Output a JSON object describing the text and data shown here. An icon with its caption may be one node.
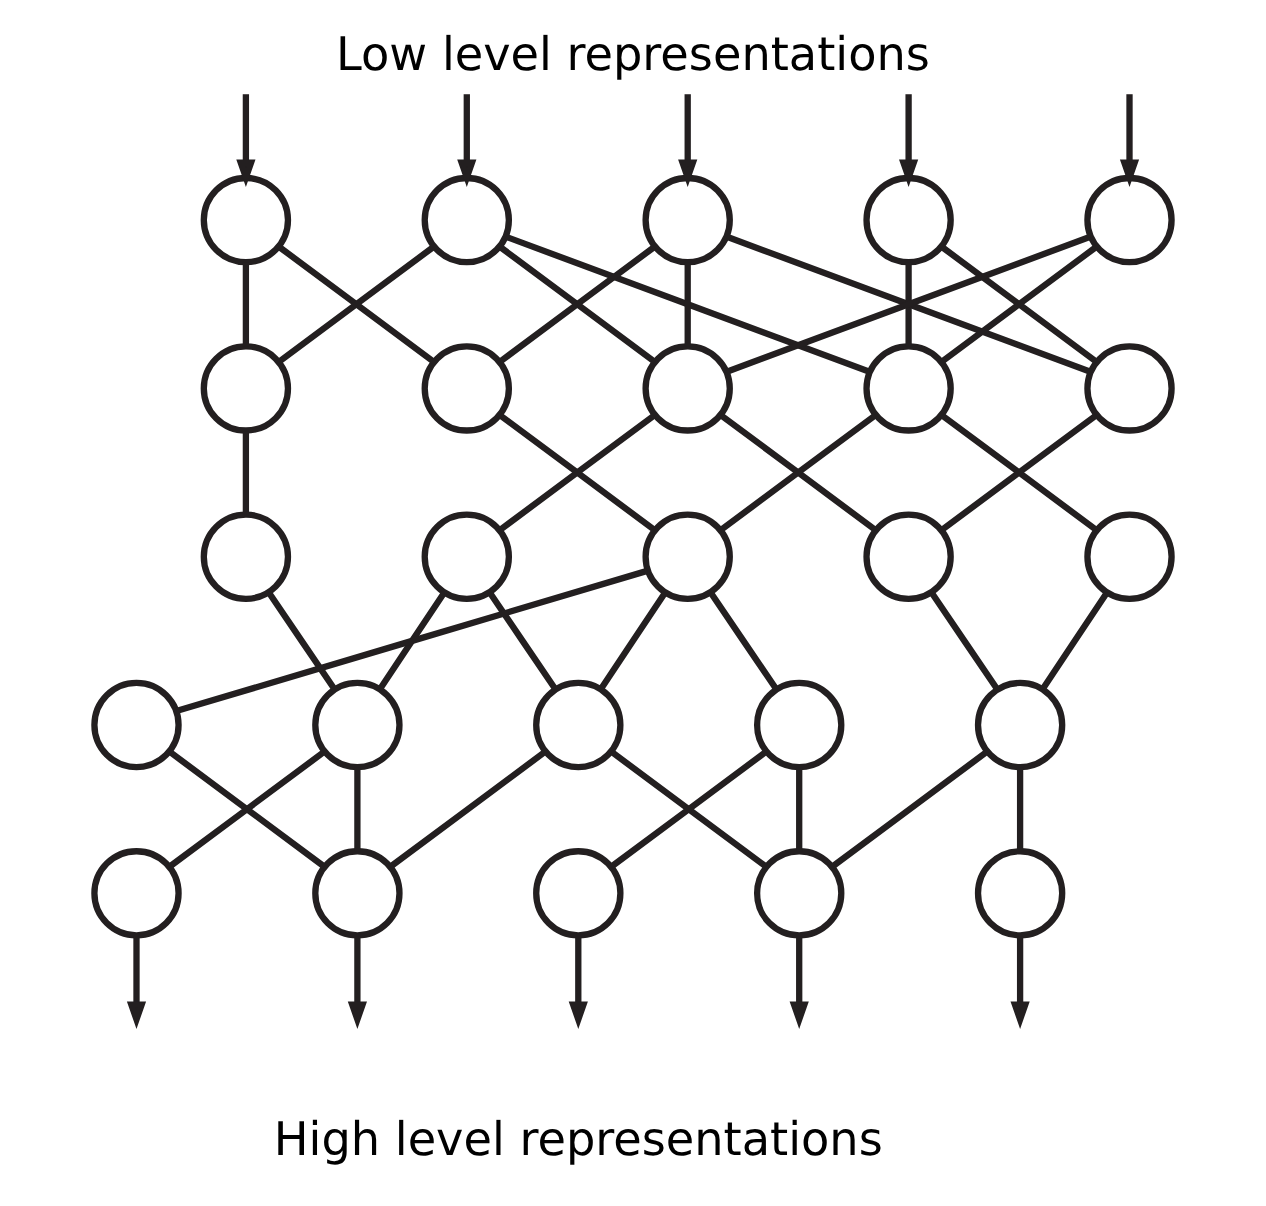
{
  "diagram": {
    "title": "Low level representations",
    "caption": "High level representations",
    "nodes": [
      {
        "text": [],
        "shape": "circle"
      },
      {
        "text": [],
        "shape": "circle"
      },
      {
        "text": [],
        "shape": "circle"
      },
      {
        "text": [],
        "shape": "circle"
      },
      {
        "text": [],
        "shape": "circle"
      },
      {
        "text": [],
        "shape": "circle"
      },
      {
        "text": [],
        "shape": "circle"
      },
      {
        "text": [],
        "shape": "circle"
      },
      {
        "text": [],
        "shape": "circle"
      },
      {
        "text": [],
        "shape": "circle"
      },
      {
        "text": [],
        "shape": "circle"
      },
      {
        "text": [],
        "shape": "circle"
      },
      {
        "text": [],
        "shape": "circle"
      },
      {
        "text": [],
        "shape": "circle"
      },
      {
        "text": [],
        "shape": "circle"
      },
      {
        "text": [],
        "shape": "circle"
      },
      {
        "text": [],
        "shape": "circle"
      },
      {
        "text": [],
        "shape": "circle"
      },
      {
        "text": [],
        "shape": "circle"
      },
      {
        "text": [],
        "shape": "circle"
      },
      {
        "text": [],
        "shape": "circle"
      },
      {
        "text": [],
        "shape": "circle"
      },
      {
        "text": [],
        "shape": "circle"
      },
      {
        "text": [],
        "shape": "circle"
      },
      {
        "text": [],
        "shape": "circle"
      }
    ],
    "edges": [
      {
        "from": null,
        "to": 0,
        "arrow": "to"
      },
      {
        "from": null,
        "to": 1,
        "arrow": "to"
      },
      {
        "from": null,
        "to": 2,
        "arrow": "to"
      },
      {
        "from": null,
        "to": 3,
        "arrow": "to"
      },
      {
        "from": null,
        "to": 4,
        "arrow": "to"
      },
      {
        "from": 0,
        "to": 5,
        "arrow": "none"
      },
      {
        "from": 0,
        "to": 6,
        "arrow": "none"
      },
      {
        "from": 1,
        "to": 5,
        "arrow": "none"
      },
      {
        "from": 1,
        "to": 7,
        "arrow": "none"
      },
      {
        "from": 1,
        "to": 8,
        "arrow": "none"
      },
      {
        "from": 2,
        "to": 6,
        "arrow": "none"
      },
      {
        "from": 2,
        "to": 7,
        "arrow": "none"
      },
      {
        "from": 2,
        "to": 9,
        "arrow": "none"
      },
      {
        "from": 3,
        "to": 8,
        "arrow": "none"
      },
      {
        "from": 3,
        "to": 9,
        "arrow": "none"
      },
      {
        "from": 4,
        "to": 7,
        "arrow": "none"
      },
      {
        "from": 4,
        "to": 8,
        "arrow": "none"
      },
      {
        "from": 5,
        "to": 10,
        "arrow": "none"
      },
      {
        "from": 6,
        "to": 12,
        "arrow": "none"
      },
      {
        "from": 7,
        "to": 11,
        "arrow": "none"
      },
      {
        "from": 7,
        "to": 13,
        "arrow": "none"
      },
      {
        "from": 8,
        "to": 12,
        "arrow": "none"
      },
      {
        "from": 8,
        "to": 14,
        "arrow": "none"
      },
      {
        "from": 9,
        "to": 13,
        "arrow": "none"
      },
      {
        "from": 10,
        "to": 16,
        "arrow": "none"
      },
      {
        "from": 11,
        "to": 16,
        "arrow": "none"
      },
      {
        "from": 11,
        "to": 17,
        "arrow": "none"
      },
      {
        "from": 12,
        "to": 15,
        "arrow": "none"
      },
      {
        "from": 12,
        "to": 17,
        "arrow": "none"
      },
      {
        "from": 12,
        "to": 18,
        "arrow": "none"
      },
      {
        "from": 13,
        "to": 19,
        "arrow": "none"
      },
      {
        "from": 14,
        "to": 19,
        "arrow": "none"
      },
      {
        "from": 15,
        "to": 21,
        "arrow": "none"
      },
      {
        "from": 16,
        "to": 20,
        "arrow": "none"
      },
      {
        "from": 16,
        "to": 21,
        "arrow": "none"
      },
      {
        "from": 17,
        "to": 21,
        "arrow": "none"
      },
      {
        "from": 17,
        "to": 23,
        "arrow": "none"
      },
      {
        "from": 18,
        "to": 22,
        "arrow": "none"
      },
      {
        "from": 18,
        "to": 23,
        "arrow": "none"
      },
      {
        "from": 19,
        "to": 23,
        "arrow": "none"
      },
      {
        "from": 19,
        "to": 24,
        "arrow": "none"
      },
      {
        "from": 20,
        "to": null,
        "arrow": "to"
      },
      {
        "from": 21,
        "to": null,
        "arrow": "to"
      },
      {
        "from": 22,
        "to": null,
        "arrow": "to"
      },
      {
        "from": 23,
        "to": null,
        "arrow": "to"
      },
      {
        "from": 24,
        "to": null,
        "arrow": "to"
      }
    ]
  }
}
